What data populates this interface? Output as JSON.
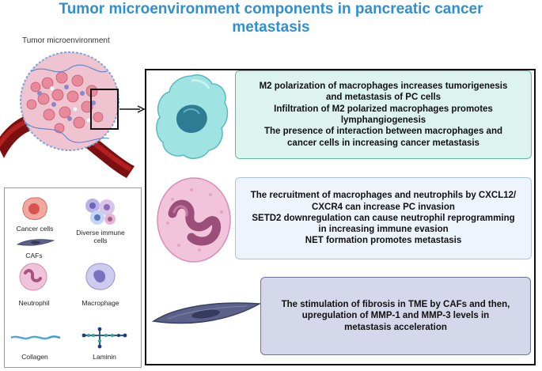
{
  "title": {
    "line1": "Tumor microenvironment components in pancreatic cancer",
    "line2": "metastasis"
  },
  "tme_label": "Tumor microenvironment",
  "legend": {
    "cancer_cells": "Cancer cells",
    "immune_line1": "Diverse immune",
    "immune_line2": "cells",
    "cafs": "CAFs",
    "neutrophil": "Neutrophil",
    "macrophage": "Macrophage",
    "collagen": "Collagen",
    "laminin": "Laminin"
  },
  "panels": {
    "macrophage": [
      "M2 polarization of macrophages increases tumorigenesis",
      "and metastasis of PC cells",
      "Infiltration of M2 polarized macrophages promotes",
      "lymphangiogenesis",
      "The presence of interaction between macrophages and",
      "cancer cells in increasing cancer metastasis"
    ],
    "neutrophil": [
      "The recruitment of macrophages and neutrophils by CXCL12/",
      "CXCR4  can increase PC invasion",
      "SETD2 downregulation can cause neutrophil reprogramming",
      "in increasing immune evasion",
      "NET formation promotes metastasis"
    ],
    "caf": [
      "The stimulation of fibrosis in TME by CAFs and then,",
      "upregulation of MMP-1 and MMP-3 levels in",
      "metastasis acceleration"
    ]
  },
  "colors": {
    "title": "#2f8fd0",
    "macrophage_panel": "#ddf3ee",
    "neutrophil_panel": "#eef4fc",
    "caf_panel": "#d5d8ea"
  }
}
